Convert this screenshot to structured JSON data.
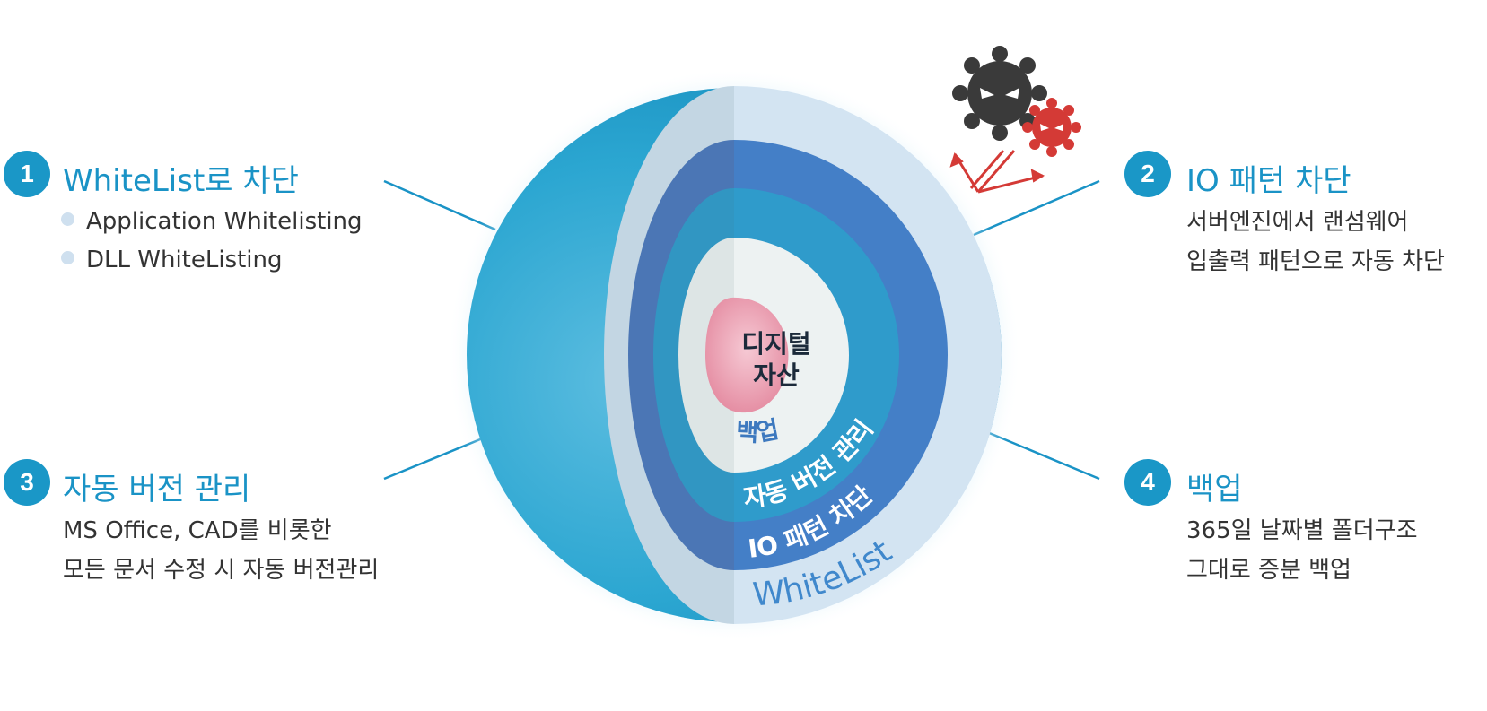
{
  "features": [
    {
      "number": "1",
      "title": "WhiteList로 차단",
      "bullets": [
        "Application Whitelisting",
        "DLL WhiteListing"
      ]
    },
    {
      "number": "2",
      "title": "IO 패턴 차단",
      "lines": [
        "서버엔진에서 랜섬웨어",
        "입출력 패턴으로 자동 차단"
      ]
    },
    {
      "number": "3",
      "title": "자동 버전 관리",
      "lines": [
        "MS Office, CAD를 비롯한",
        "모든 문서 수정 시 자동 버전관리"
      ]
    },
    {
      "number": "4",
      "title": "백업",
      "lines": [
        "365일 날짜별 폴더구조",
        "그대로 증분 백업"
      ]
    }
  ],
  "sphere": {
    "core": [
      "디지털",
      "자산"
    ],
    "layers": [
      "백업",
      "자동 버전 관리",
      "IO 패턴 차단",
      "WhiteList"
    ]
  },
  "colors": {
    "accent": "#1a97c7",
    "sphere_outer": "#1fa0cc",
    "whitelist_layer": "#d3e4f2",
    "io_layer": "#447fc7",
    "version_layer": "#2f9bcb",
    "backup_layer": "#edf2f2",
    "core": "#e88fa6",
    "virus_dark": "#3a3a3a",
    "virus_red": "#d43a36"
  },
  "icons": [
    "virus-dark-icon",
    "virus-red-icon",
    "deflect-arrows-icon"
  ]
}
